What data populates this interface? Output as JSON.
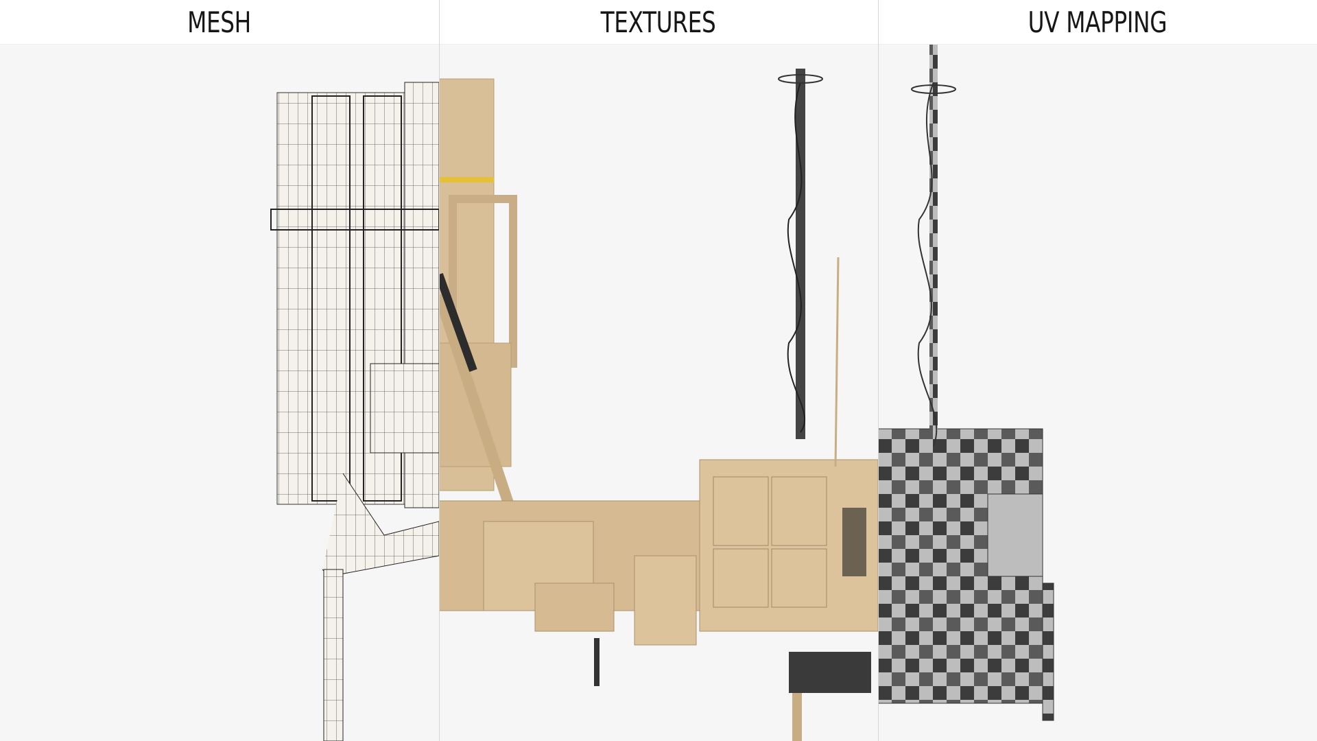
{
  "panels": [
    {
      "label": "MESH"
    },
    {
      "label": "TEXTURES"
    },
    {
      "label": "UV MAPPING"
    }
  ],
  "colors": {
    "background": "#f6f6f6",
    "header": "#ffffff",
    "texture_tan": "#d9bf98",
    "texture_dark": "#3a3a3a",
    "uv_dark": "#3c3c3c",
    "uv_light": "#bdbdbd",
    "stripe_yellow": "#e5c13a"
  }
}
